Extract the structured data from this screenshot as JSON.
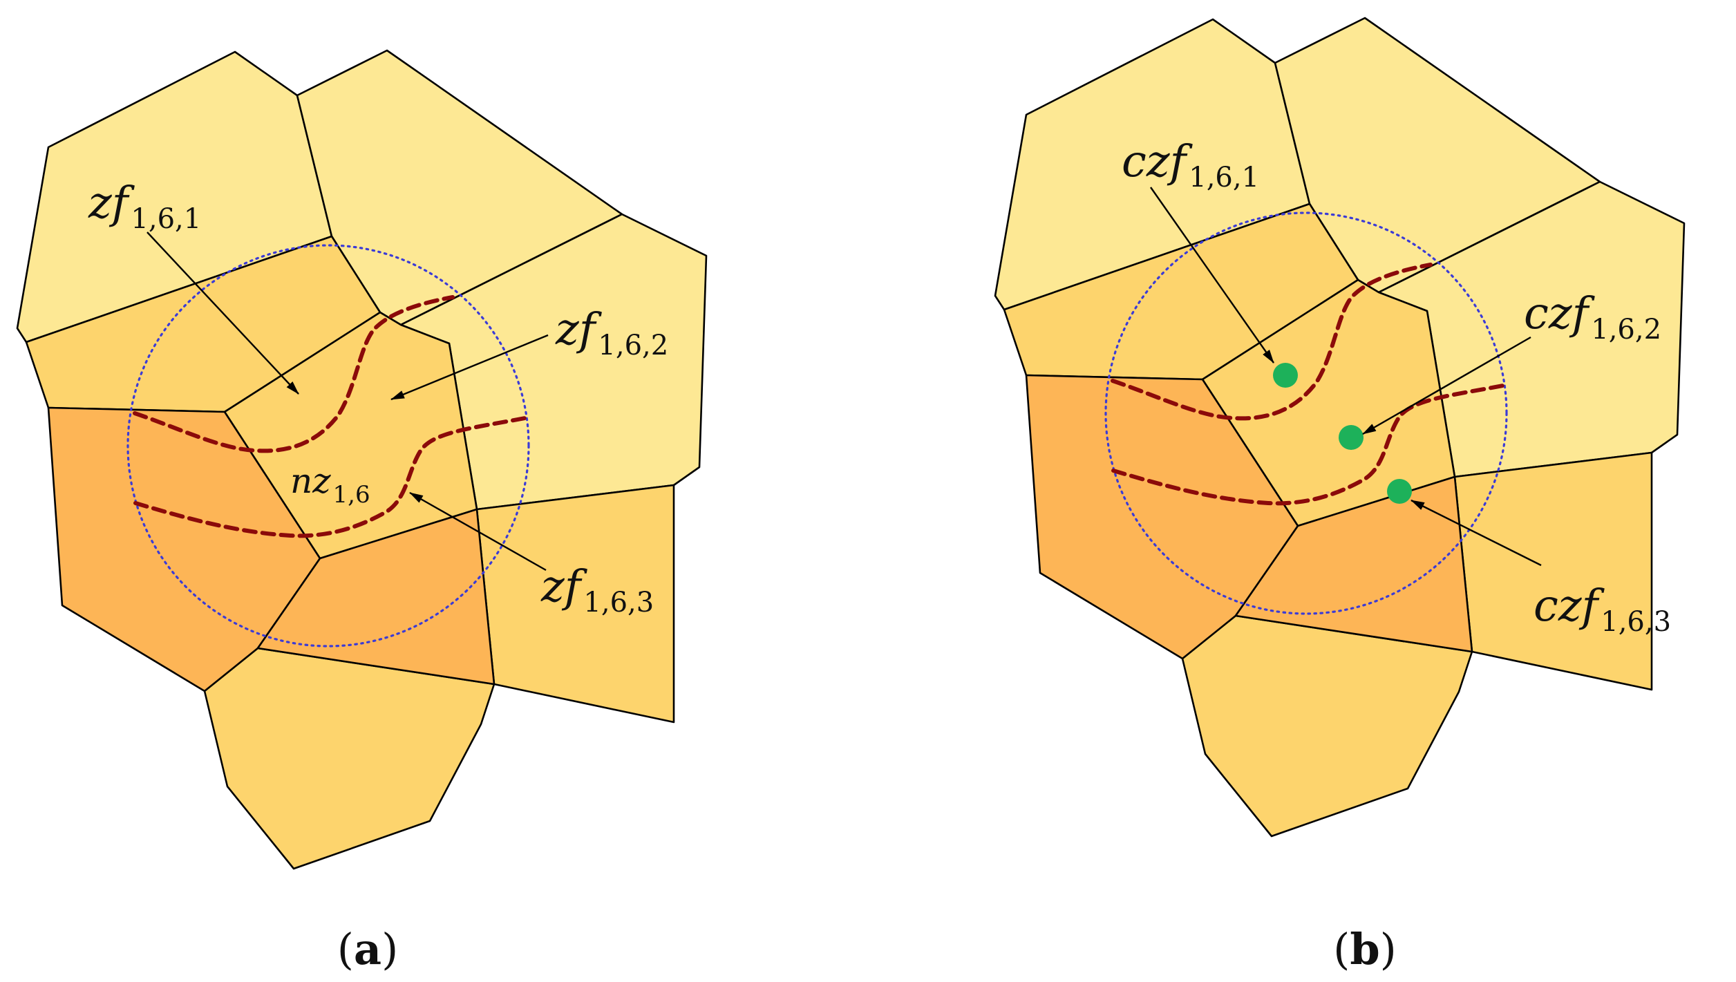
{
  "colors": {
    "light": "#fde894",
    "medium": "#fdd46d",
    "dark": "#fdb556",
    "boundary": "#8b0a0a",
    "circle": "#3b3bd6",
    "centroid": "#1db15a"
  },
  "panel_a": {
    "caption_letter": "a",
    "labels": {
      "zf1": {
        "main": "zf",
        "sub": "1,6,1"
      },
      "zf2": {
        "main": "zf",
        "sub": "1,6,2"
      },
      "zf3": {
        "main": "zf",
        "sub": "1,6,3"
      },
      "nz": {
        "main": "nz",
        "sub": "1,6"
      }
    }
  },
  "panel_b": {
    "caption_letter": "b",
    "labels": {
      "czf1": {
        "main": "czf",
        "sub": "1,6,1"
      },
      "czf2": {
        "main": "czf",
        "sub": "1,6,2"
      },
      "czf3": {
        "main": "czf",
        "sub": "1,6,3"
      }
    }
  }
}
